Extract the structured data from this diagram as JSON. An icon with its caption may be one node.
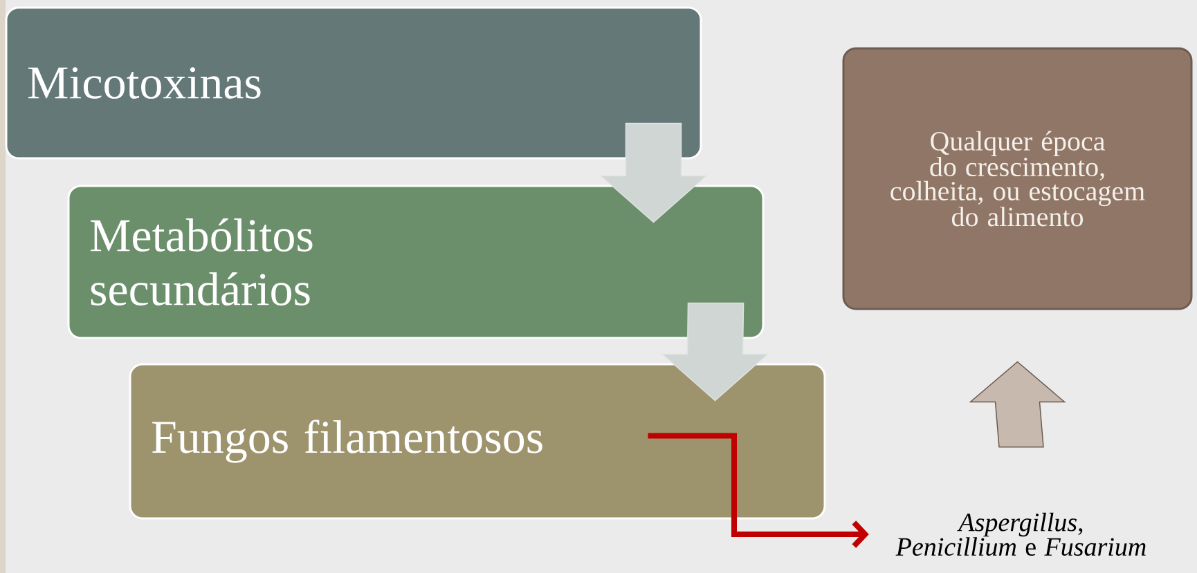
{
  "diagram": {
    "nodes": [
      {
        "text": [
          "Micotoxinas"
        ]
      },
      {
        "text": [
          "Metabólitos secundários"
        ]
      },
      {
        "text": [
          "Fungos filamentosos"
        ]
      },
      {
        "text": [
          "Qualquer época do crescimento, colheita, ou estocagem do alimento"
        ]
      },
      {
        "text": [
          "*Aspergillus*, *Penicillium* e *Fusarium*"
        ]
      }
    ],
    "edges": [
      {
        "from": 0,
        "to": 1,
        "arrow": "to"
      },
      {
        "from": 1,
        "to": 2,
        "arrow": "to"
      },
      {
        "from": 2,
        "to": 4,
        "arrow": "to",
        "color": "#c00000"
      },
      {
        "from": 4,
        "to": 3,
        "arrow": "to"
      }
    ]
  }
}
